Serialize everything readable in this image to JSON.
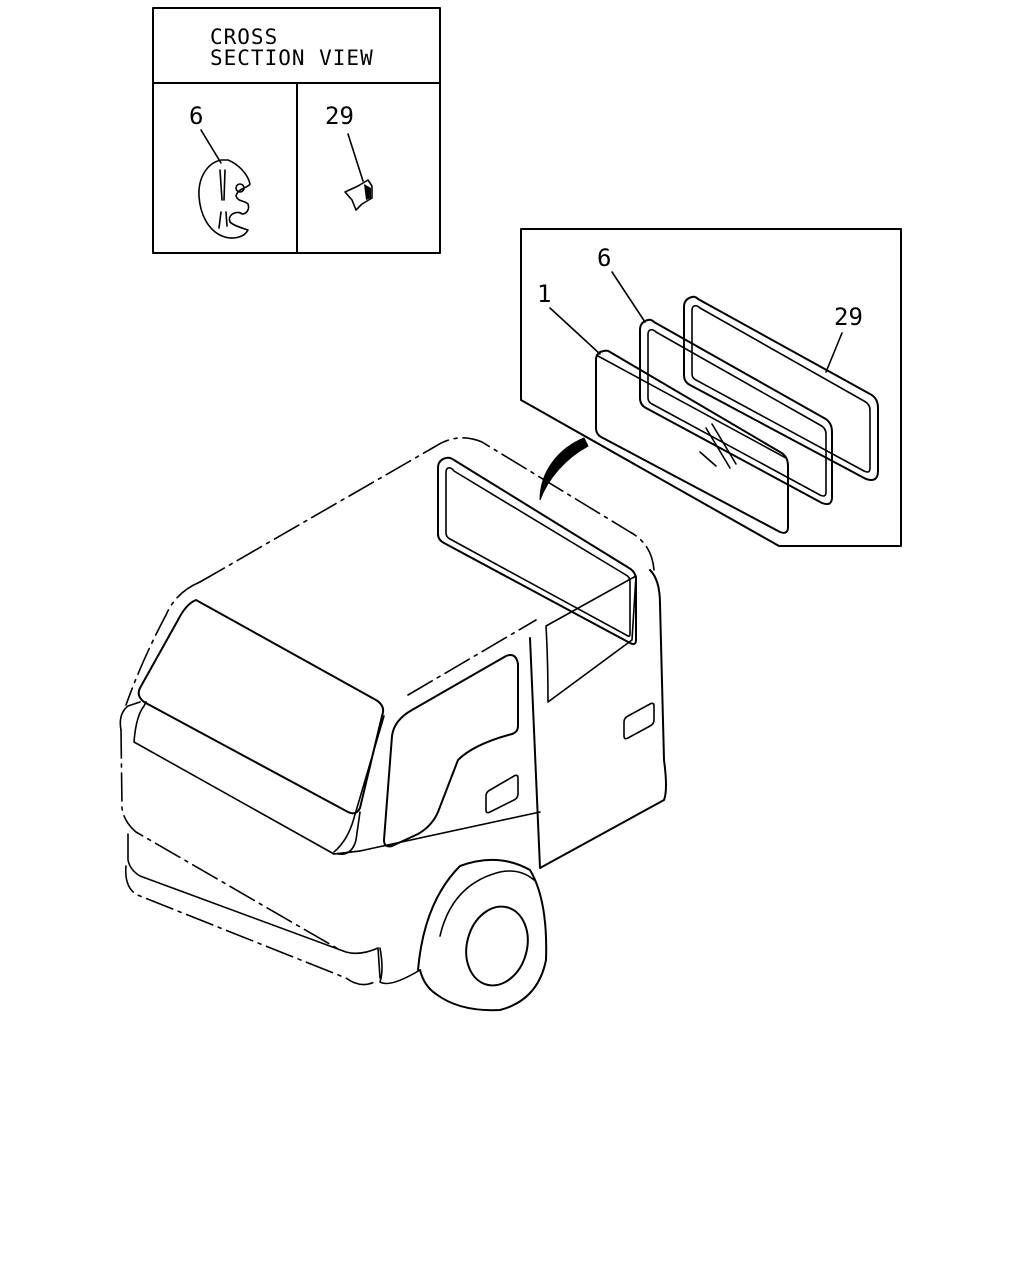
{
  "inset": {
    "header_line1": "CROSS",
    "header_line2": "SECTION VIEW",
    "cell_left_label": "6",
    "cell_right_label": "29"
  },
  "exploded": {
    "label_glass": "1",
    "label_seal": "6",
    "label_strip": "29"
  }
}
